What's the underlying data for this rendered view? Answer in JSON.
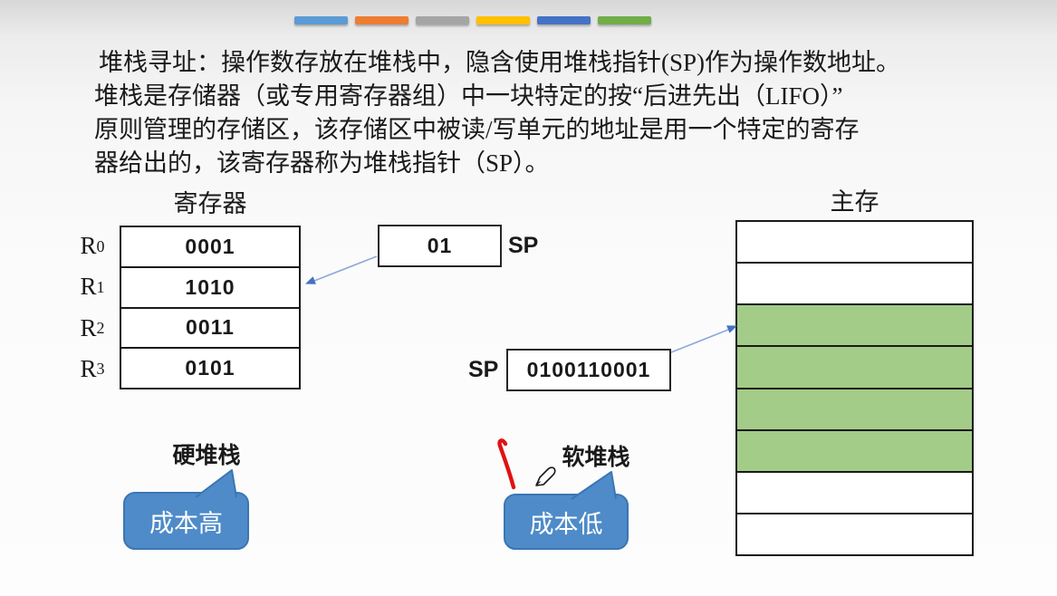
{
  "slide": {
    "title": "堆栈寻址：操作数存放在堆栈中，隐含使用堆栈指针(SP)作为操作数地址。",
    "body_lines": [
      "堆栈是存储器（或专用寄存器组）中一块特定的按“后进先出（LIFO）”",
      "原则管理的存储区，该存储区中被读/写单元的地址是用一个特定的寄存",
      "器给出的，该寄存器称为堆栈指针（SP）。"
    ]
  },
  "top_bar": {
    "segment_colors": [
      "#5B9BD5",
      "#ED7D31",
      "#A5A5A5",
      "#FFC000",
      "#4472C4",
      "#70AD47"
    ]
  },
  "register_diagram": {
    "header": "寄存器",
    "rows": [
      {
        "label": "R",
        "sub": "0",
        "value": "0001"
      },
      {
        "label": "R",
        "sub": "1",
        "value": "1010"
      },
      {
        "label": "R",
        "sub": "2",
        "value": "0011"
      },
      {
        "label": "R",
        "sub": "3",
        "value": "0101"
      }
    ],
    "caption": "硬堆栈",
    "bubble_label": "成本高"
  },
  "sp_hard": {
    "value": "01",
    "label": "SP"
  },
  "sp_soft": {
    "label": "SP",
    "value": "0100110001"
  },
  "memory_diagram": {
    "header": "主存",
    "rows": [
      {
        "filled": false
      },
      {
        "filled": false
      },
      {
        "filled": true
      },
      {
        "filled": true
      },
      {
        "filled": true
      },
      {
        "filled": true
      },
      {
        "filled": false
      },
      {
        "filled": false
      }
    ],
    "caption": "软堆栈",
    "bubble_label": "成本低"
  },
  "colors": {
    "memory_fill": "#A3CC88",
    "bubble_fill": "#4E8BC8",
    "bubble_border": "#3A76B4",
    "arrow_shaft": "#8FAADC",
    "arrow_head": "#4472C4",
    "pen_stroke": "#E01212",
    "table_border": "#1A1A1A",
    "text": "#1A1A1A"
  }
}
